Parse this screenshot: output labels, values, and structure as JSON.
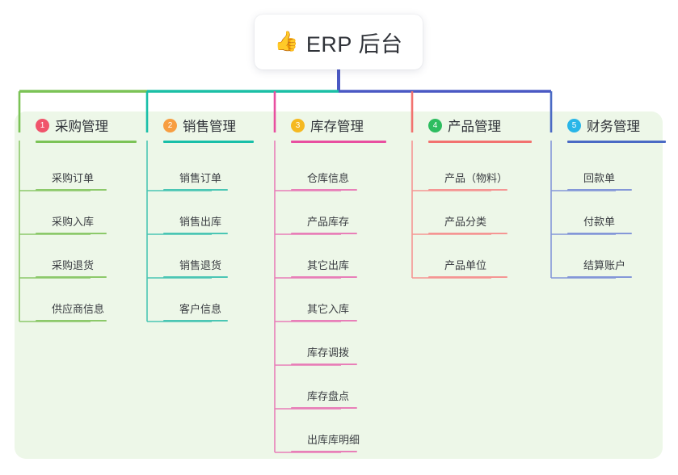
{
  "root": {
    "emoji": "👍",
    "emoji_name": "thumbs-up-icon",
    "title": "ERP 后台"
  },
  "panel": {
    "background": "#EDF7E8"
  },
  "colors": {
    "root_connector": "#4A58C4",
    "bus_green": "#7BC356",
    "bus_teal": "#1BBFA6",
    "bus_blue": "#4A58C4"
  },
  "columns": [
    {
      "index": "1",
      "title": "采购管理",
      "badge_color": "#F0546B",
      "rule_color": "#7BC356",
      "leaf_color": "#8CC96A",
      "drop_color": "#7BC356",
      "items": [
        "采购订单",
        "采购入库",
        "采购退货",
        "供应商信息"
      ]
    },
    {
      "index": "2",
      "title": "销售管理",
      "badge_color": "#F79E41",
      "rule_color": "#18BFA8",
      "leaf_color": "#4BC6B4",
      "drop_color": "#18BFA8",
      "items": [
        "销售订单",
        "销售出库",
        "销售退货",
        "客户信息"
      ]
    },
    {
      "index": "3",
      "title": "库存管理",
      "badge_color": "#F5B921",
      "rule_color": "#E84FA0",
      "leaf_color": "#E87FB8",
      "drop_color": "#E84FA0",
      "items": [
        "仓库信息",
        "产品库存",
        "其它出库",
        "其它入库",
        "库存调拨",
        "库存盘点",
        "出库库明细"
      ]
    },
    {
      "index": "4",
      "title": "产品管理",
      "badge_color": "#2EBD60",
      "rule_color": "#F2726F",
      "leaf_color": "#F59593",
      "drop_color": "#F2726F",
      "items": [
        "产品（物料）",
        "产品分类",
        "产品单位"
      ]
    },
    {
      "index": "5",
      "title": "财务管理",
      "badge_color": "#29B6E8",
      "rule_color": "#4A6AC4",
      "leaf_color": "#8497D8",
      "drop_color": "#4A6AC4",
      "items": [
        "回款单",
        "付款单",
        "结算账户"
      ]
    }
  ]
}
